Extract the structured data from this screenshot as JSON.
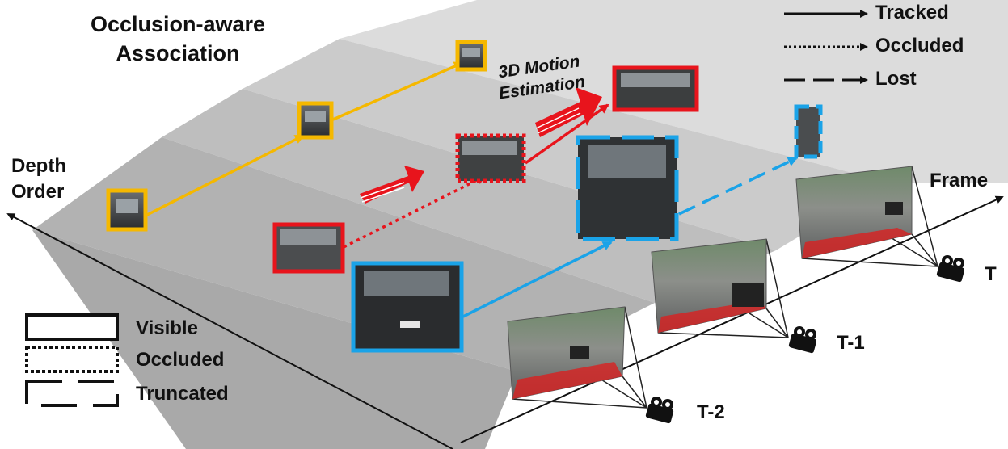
{
  "title": {
    "line1": "Occlusion-aware",
    "line2": "Association"
  },
  "axes": {
    "depth_line1": "Depth",
    "depth_line2": "Order",
    "frame": "Frame"
  },
  "motion": {
    "line1": "3D Motion",
    "line2": "Estimation"
  },
  "cameras": {
    "t": "T",
    "t1": "T-1",
    "t2": "T-2"
  },
  "arrow_legend": {
    "tracked": "Tracked",
    "occluded": "Occluded",
    "lost": "Lost"
  },
  "box_legend": {
    "visible": "Visible",
    "occluded": "Occluded",
    "truncated": "Truncated"
  },
  "colors": {
    "yellow": "#f5b800",
    "red": "#e8141c",
    "blue": "#1aa3e8",
    "plane_light": "#d4d4d4",
    "plane_mid": "#bdbdbd",
    "plane_dark": "#a8a8a8"
  }
}
